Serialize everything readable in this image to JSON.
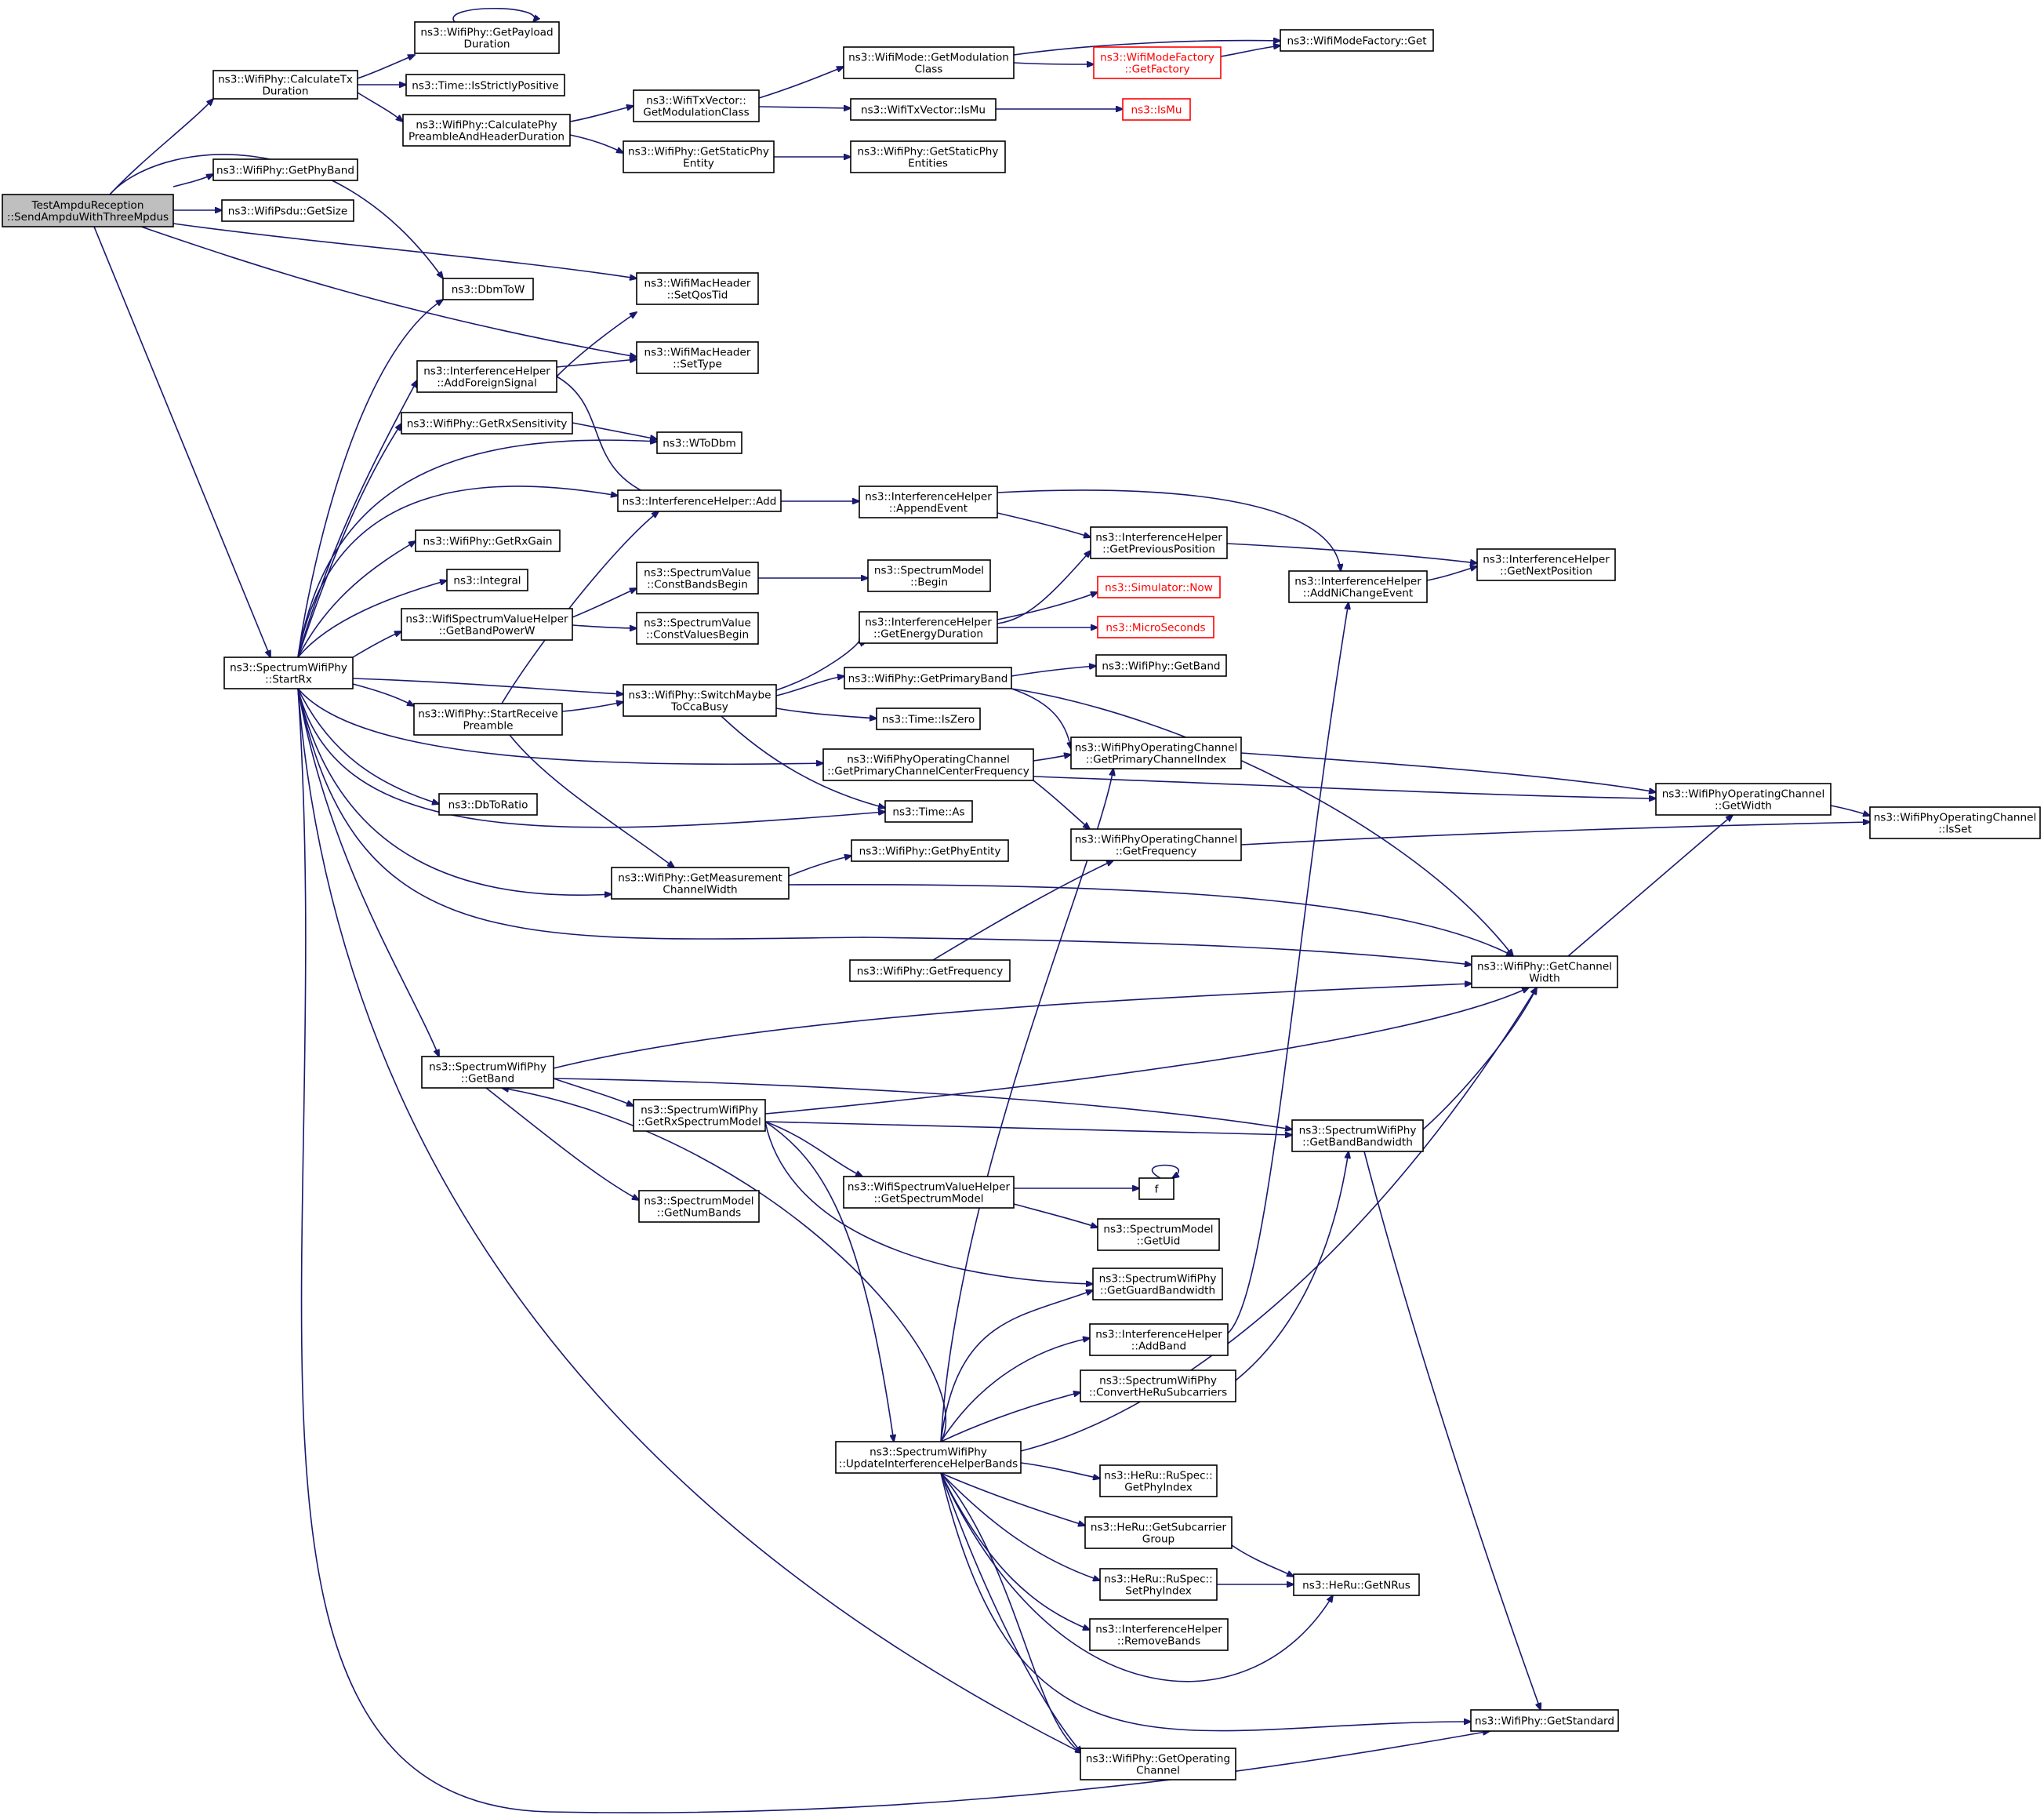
{
  "colors": {
    "edge": "#191970",
    "root_fill": "#bfbfbf",
    "node_fill": "#ffffff",
    "node_border": "#000000",
    "external_border": "#ff0000",
    "external_text": "#ff0000"
  },
  "nodes": [
    {
      "id": "root",
      "lines": [
        "TestAmpduReception",
        "::SendAmpduWithThreeMpdus"
      ],
      "kind": "root"
    },
    {
      "id": "calcTx",
      "lines": [
        "ns3::WifiPhy::CalculateTx",
        "Duration"
      ]
    },
    {
      "id": "getPayload",
      "lines": [
        "ns3::WifiPhy::GetPayload",
        "Duration"
      ]
    },
    {
      "id": "strictPos",
      "lines": [
        "ns3::Time::IsStrictlyPositive"
      ]
    },
    {
      "id": "calcPreamble",
      "lines": [
        "ns3::WifiPhy::CalculatePhy",
        "PreambleAndHeaderDuration"
      ]
    },
    {
      "id": "txvModClass",
      "lines": [
        "ns3::WifiTxVector::",
        "GetModulationClass"
      ]
    },
    {
      "id": "modeModClass",
      "lines": [
        "ns3::WifiMode::GetModulation",
        "Class"
      ]
    },
    {
      "id": "factoryGetFactory",
      "lines": [
        "ns3::WifiModeFactory",
        "::GetFactory"
      ],
      "kind": "external"
    },
    {
      "id": "factoryGet",
      "lines": [
        "ns3::WifiModeFactory::Get"
      ]
    },
    {
      "id": "txvIsMu",
      "lines": [
        "ns3::WifiTxVector::IsMu"
      ]
    },
    {
      "id": "isMu",
      "lines": [
        "ns3::IsMu"
      ],
      "kind": "external"
    },
    {
      "id": "getStaticEntity",
      "lines": [
        "ns3::WifiPhy::GetStaticPhy",
        "Entity"
      ]
    },
    {
      "id": "getStaticEntities",
      "lines": [
        "ns3::WifiPhy::GetStaticPhy",
        "Entities"
      ]
    },
    {
      "id": "getPhyBand",
      "lines": [
        "ns3::WifiPhy::GetPhyBand"
      ]
    },
    {
      "id": "psduSize",
      "lines": [
        "ns3::WifiPsdu::GetSize"
      ]
    },
    {
      "id": "dbmToW",
      "lines": [
        "ns3::DbmToW"
      ]
    },
    {
      "id": "setQosTid",
      "lines": [
        "ns3::WifiMacHeader",
        "::SetQosTid"
      ]
    },
    {
      "id": "setType",
      "lines": [
        "ns3::WifiMacHeader",
        "::SetType"
      ]
    },
    {
      "id": "addForeign",
      "lines": [
        "ns3::InterferenceHelper",
        "::AddForeignSignal"
      ]
    },
    {
      "id": "rxSens",
      "lines": [
        "ns3::WifiPhy::GetRxSensitivity"
      ]
    },
    {
      "id": "wToDbm",
      "lines": [
        "ns3::WToDbm"
      ]
    },
    {
      "id": "ihAdd",
      "lines": [
        "ns3::InterferenceHelper::Add"
      ]
    },
    {
      "id": "appendEvent",
      "lines": [
        "ns3::InterferenceHelper",
        "::AppendEvent"
      ]
    },
    {
      "id": "prevPos",
      "lines": [
        "ns3::InterferenceHelper",
        "::GetPreviousPosition"
      ]
    },
    {
      "id": "addNiChange",
      "lines": [
        "ns3::InterferenceHelper",
        "::AddNiChangeEvent"
      ]
    },
    {
      "id": "nextPos",
      "lines": [
        "ns3::InterferenceHelper",
        "::GetNextPosition"
      ]
    },
    {
      "id": "getRxGain",
      "lines": [
        "ns3::WifiPhy::GetRxGain"
      ]
    },
    {
      "id": "integral",
      "lines": [
        "ns3::Integral"
      ]
    },
    {
      "id": "bandPowerW",
      "lines": [
        "ns3::WifiSpectrumValueHelper",
        "::GetBandPowerW"
      ]
    },
    {
      "id": "constBandsBegin",
      "lines": [
        "ns3::SpectrumValue",
        "::ConstBandsBegin"
      ]
    },
    {
      "id": "modelBegin",
      "lines": [
        "ns3::SpectrumModel",
        "::Begin"
      ]
    },
    {
      "id": "constValuesBegin",
      "lines": [
        "ns3::SpectrumValue",
        "::ConstValuesBegin"
      ]
    },
    {
      "id": "energyDuration",
      "lines": [
        "ns3::InterferenceHelper",
        "::GetEnergyDuration"
      ]
    },
    {
      "id": "simNow",
      "lines": [
        "ns3::Simulator::Now"
      ],
      "kind": "external"
    },
    {
      "id": "microSeconds",
      "lines": [
        "ns3::MicroSeconds"
      ],
      "kind": "external"
    },
    {
      "id": "startRx",
      "lines": [
        "ns3::SpectrumWifiPhy",
        "::StartRx"
      ]
    },
    {
      "id": "switchCca",
      "lines": [
        "ns3::WifiPhy::SwitchMaybe",
        "ToCcaBusy"
      ]
    },
    {
      "id": "primaryBand",
      "lines": [
        "ns3::WifiPhy::GetPrimaryBand"
      ]
    },
    {
      "id": "getBand",
      "lines": [
        "ns3::WifiPhy::GetBand"
      ]
    },
    {
      "id": "startRecvPreamble",
      "lines": [
        "ns3::WifiPhy::StartReceive",
        "Preamble"
      ]
    },
    {
      "id": "isZero",
      "lines": [
        "ns3::Time::IsZero"
      ]
    },
    {
      "id": "primaryChanIndex",
      "lines": [
        "ns3::WifiPhyOperatingChannel",
        "::GetPrimaryChannelIndex"
      ]
    },
    {
      "id": "primaryChanCenter",
      "lines": [
        "ns3::WifiPhyOperatingChannel",
        "::GetPrimaryChannelCenterFrequency"
      ]
    },
    {
      "id": "opGetWidth",
      "lines": [
        "ns3::WifiPhyOperatingChannel",
        "::GetWidth"
      ]
    },
    {
      "id": "opIsSet",
      "lines": [
        "ns3::WifiPhyOperatingChannel",
        "::IsSet"
      ]
    },
    {
      "id": "dbToRatio",
      "lines": [
        "ns3::DbToRatio"
      ]
    },
    {
      "id": "timeAs",
      "lines": [
        "ns3::Time::As"
      ]
    },
    {
      "id": "opGetFreq",
      "lines": [
        "ns3::WifiPhyOperatingChannel",
        "::GetFrequency"
      ]
    },
    {
      "id": "getPhyEntity",
      "lines": [
        "ns3::WifiPhy::GetPhyEntity"
      ]
    },
    {
      "id": "measChanWidth",
      "lines": [
        "ns3::WifiPhy::GetMeasurement",
        "ChannelWidth"
      ]
    },
    {
      "id": "getFrequency",
      "lines": [
        "ns3::WifiPhy::GetFrequency"
      ]
    },
    {
      "id": "getChanWidth",
      "lines": [
        "ns3::WifiPhy::GetChannel",
        "Width"
      ]
    },
    {
      "id": "swpGetBand",
      "lines": [
        "ns3::SpectrumWifiPhy",
        "::GetBand"
      ]
    },
    {
      "id": "rxSpecModel",
      "lines": [
        "ns3::SpectrumWifiPhy",
        "::GetRxSpectrumModel"
      ]
    },
    {
      "id": "bandBandwidth",
      "lines": [
        "ns3::SpectrumWifiPhy",
        "::GetBandBandwidth"
      ]
    },
    {
      "id": "getSpecModel",
      "lines": [
        "ns3::WifiSpectrumValueHelper",
        "::GetSpectrumModel"
      ]
    },
    {
      "id": "fNode",
      "lines": [
        "f"
      ]
    },
    {
      "id": "getUid",
      "lines": [
        "ns3::SpectrumModel",
        "::GetUid"
      ]
    },
    {
      "id": "getNumBands",
      "lines": [
        "ns3::SpectrumModel",
        "::GetNumBands"
      ]
    },
    {
      "id": "guardBw",
      "lines": [
        "ns3::SpectrumWifiPhy",
        "::GetGuardBandwidth"
      ]
    },
    {
      "id": "ihAddBand",
      "lines": [
        "ns3::InterferenceHelper",
        "::AddBand"
      ]
    },
    {
      "id": "convertHeRu",
      "lines": [
        "ns3::SpectrumWifiPhy",
        "::ConvertHeRuSubcarriers"
      ]
    },
    {
      "id": "updateBands",
      "lines": [
        "ns3::SpectrumWifiPhy",
        "::UpdateInterferenceHelperBands"
      ]
    },
    {
      "id": "ruGetPhyIndex",
      "lines": [
        "ns3::HeRu::RuSpec::",
        "GetPhyIndex"
      ]
    },
    {
      "id": "subcarrierGroup",
      "lines": [
        "ns3::HeRu::GetSubcarrier",
        "Group"
      ]
    },
    {
      "id": "ruSetPhyIndex",
      "lines": [
        "ns3::HeRu::RuSpec::",
        "SetPhyIndex"
      ]
    },
    {
      "id": "getNRus",
      "lines": [
        "ns3::HeRu::GetNRus"
      ]
    },
    {
      "id": "removeBands",
      "lines": [
        "ns3::InterferenceHelper",
        "::RemoveBands"
      ]
    },
    {
      "id": "getStandard",
      "lines": [
        "ns3::WifiPhy::GetStandard"
      ]
    },
    {
      "id": "getOpChannel",
      "lines": [
        "ns3::WifiPhy::GetOperating",
        "Channel"
      ]
    }
  ]
}
